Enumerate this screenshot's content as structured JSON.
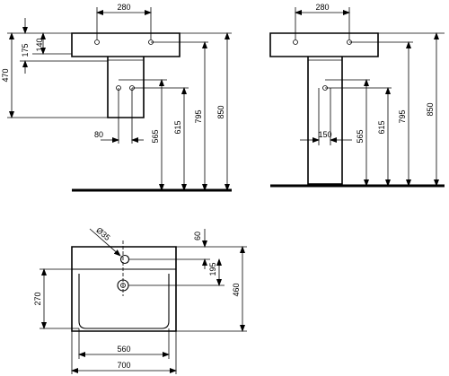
{
  "views": {
    "side_left": {
      "top_width": "280",
      "dim_175": "175",
      "dim_140": "140",
      "dim_470": "470",
      "dim_80": "80",
      "dim_565": "565",
      "dim_615": "615",
      "dim_795": "795",
      "dim_850": "850"
    },
    "side_right": {
      "top_width": "280",
      "dim_150": "150",
      "dim_565": "565",
      "dim_615": "615",
      "dim_795": "795",
      "dim_850": "850"
    },
    "plan": {
      "hole_dia": "Ø35",
      "dim_60": "60",
      "dim_195": "195",
      "dim_270": "270",
      "dim_460": "460",
      "dim_560": "560",
      "dim_700": "700"
    }
  },
  "colors": {
    "line": "#000000",
    "background": "#ffffff"
  }
}
